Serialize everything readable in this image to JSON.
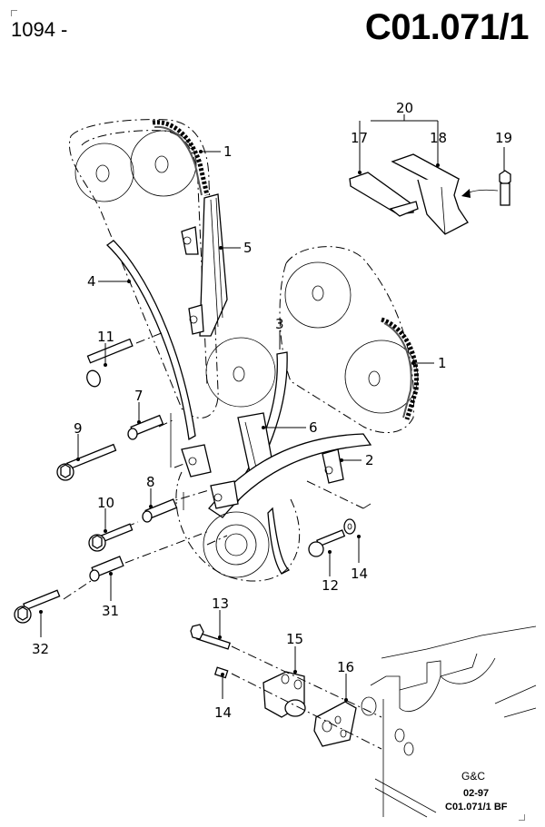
{
  "header": {
    "page_number": "1094 -",
    "diagram_code": "C01.071/1"
  },
  "callouts": {
    "c1a": "1",
    "c1b": "1",
    "c2": "2",
    "c3": "3",
    "c4": "4",
    "c5": "5",
    "c6": "6",
    "c7": "7",
    "c8": "8",
    "c9": "9",
    "c10": "10",
    "c11": "11",
    "c12": "12",
    "c13": "13",
    "c14a": "14",
    "c14b": "14",
    "c15": "15",
    "c16": "16",
    "c17": "17",
    "c18": "18",
    "c19": "19",
    "c20": "20",
    "c31": "31",
    "c32": "32"
  },
  "footer": {
    "brand": "G&C",
    "date": "02-97",
    "reference": "C01.071/1 BF"
  }
}
